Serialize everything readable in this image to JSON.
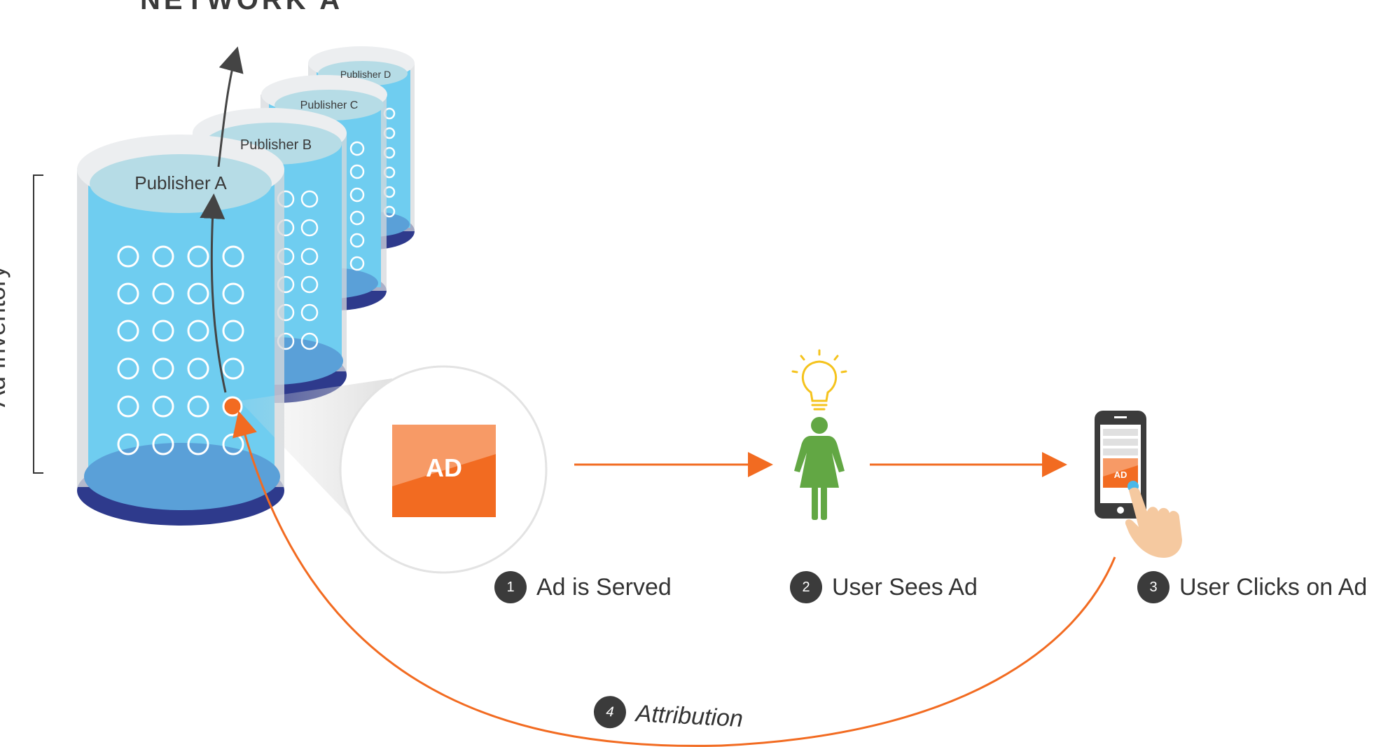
{
  "title": "NETWORK A",
  "side_label": "Ad Inventory",
  "publishers": [
    "Publisher A",
    "Publisher B",
    "Publisher C",
    "Publisher D"
  ],
  "ad_label": "AD",
  "phone_ad_label": "AD",
  "steps": [
    {
      "number": "1",
      "label": "Ad is Served"
    },
    {
      "number": "2",
      "label": "User Sees Ad"
    },
    {
      "number": "3",
      "label": "User Clicks on Ad"
    },
    {
      "number": "4",
      "label": "Attribution"
    }
  ],
  "colors": {
    "cylinder_fill": "#6fcdf0",
    "cylinder_cap": "#b6dce6",
    "cylinder_base": "#2e3a8c",
    "accent_orange": "#f26b21",
    "ad_light": "#f79a66",
    "person_green": "#62a744",
    "bulb_yellow": "#f5c31d",
    "dark_text": "#3a3a3a"
  },
  "icons": [
    "lightbulb-icon",
    "woman-icon",
    "smartphone-icon",
    "hand-pointer-icon"
  ]
}
